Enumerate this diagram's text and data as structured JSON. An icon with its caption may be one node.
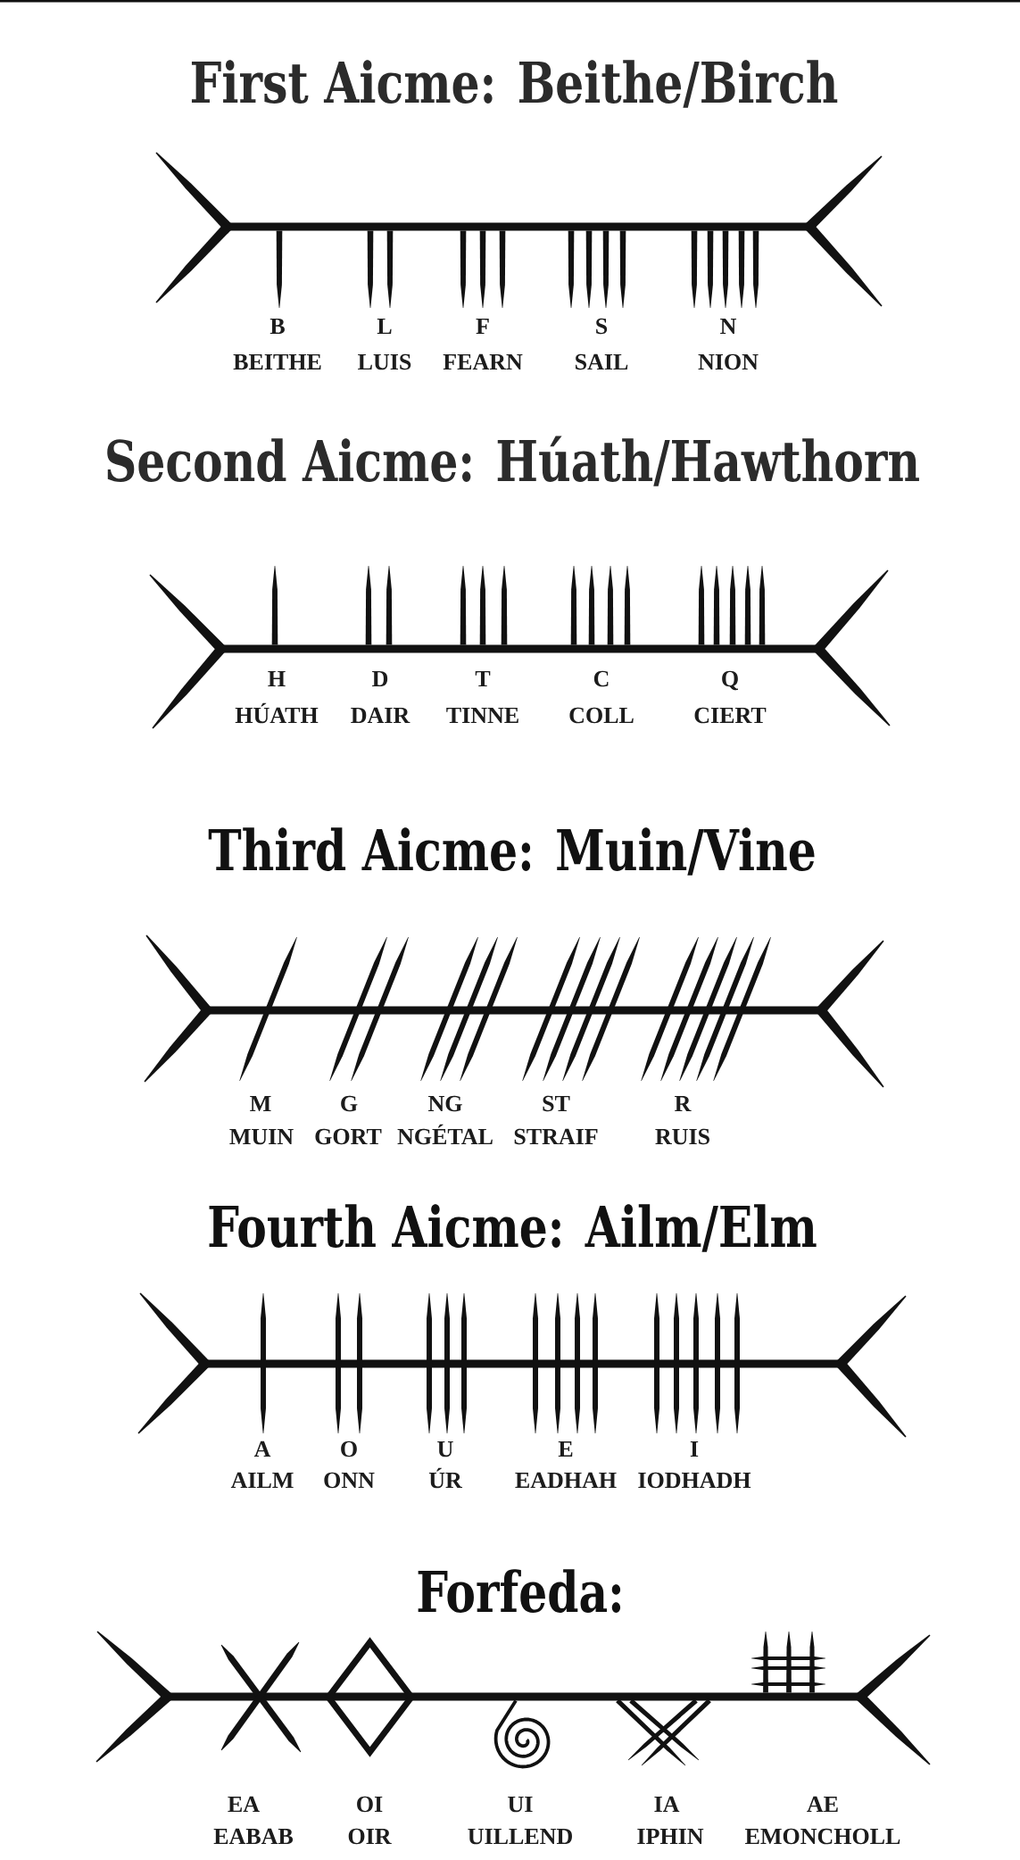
{
  "diagram": {
    "labels": [
      "First Aicme: Beithe/Birch",
      "B",
      "L",
      "F",
      "S",
      "N",
      "BEITHE",
      "LUIS",
      "FEARN",
      "SAIL",
      "NION",
      "Second Aicme: Húath/Hawthorn",
      "H",
      "D",
      "T",
      "C",
      "Q",
      "HÚATH",
      "DAIR",
      "TINNE",
      "COLL",
      "CIERT",
      "Third Aicme: Muin/Vine",
      "M",
      "G",
      "NG",
      "ST",
      "R",
      "MUIN",
      "GORT",
      "NGÉTAL",
      "STRAIF",
      "RUIS",
      "Fourth Aicme: Ailm/Elm",
      "A",
      "O",
      "U",
      "E",
      "I",
      "AILM",
      "ONN",
      "ÚR",
      "EADHAH",
      "IODHADH",
      "Forfeda:",
      "EA",
      "OI",
      "UI",
      "IA",
      "AE",
      "EABAB",
      "OIR",
      "UILLEND",
      "IPHIN",
      "EMONCHOLL"
    ]
  }
}
